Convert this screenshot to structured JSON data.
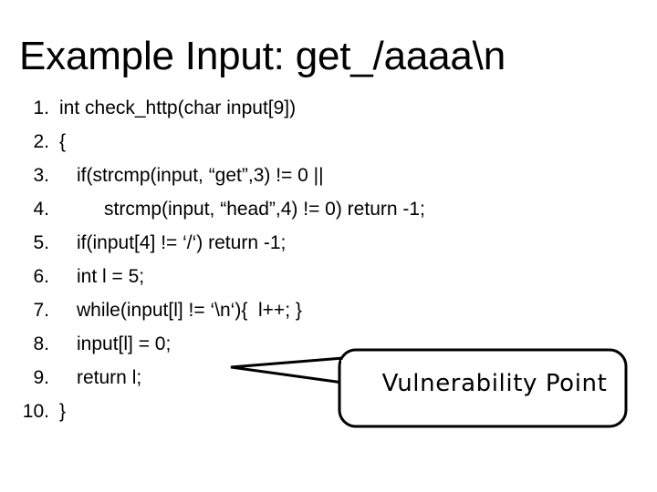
{
  "slide": {
    "title": "Example Input: get_/aaaa\\n",
    "background_color": "#ffffff",
    "text_color": "#000000"
  },
  "code_listing": {
    "lines": [
      {
        "number": "1.",
        "text": "int check_http(char input[9])",
        "indent": 0,
        "gap_before": false
      },
      {
        "number": "2.",
        "text": "{",
        "indent": 0,
        "gap_before": false
      },
      {
        "number": "3.",
        "text": "if(strcmp(input, “get”,3) != 0 ||",
        "indent": 1,
        "gap_before": false
      },
      {
        "number": "4.",
        "text": "strcmp(input, “head”,4) != 0) return -1;",
        "indent": 2,
        "gap_before": false
      },
      {
        "number": "5.",
        "text": "if(input[4] != ‘/‘) return -1;",
        "indent": 1,
        "gap_before": true
      },
      {
        "number": "6.",
        "text": "int l = 5;",
        "indent": 1,
        "gap_before": true
      },
      {
        "number": "7.",
        "text": "while(input[l] != ‘\\n‘){  l++; }",
        "indent": 1,
        "gap_before": false
      },
      {
        "number": "8.",
        "text": "input[l] = 0;",
        "indent": 1,
        "gap_before": false
      },
      {
        "number": "9.",
        "text": "return l;",
        "indent": 1,
        "gap_before": true
      },
      {
        "number": "10.",
        "text": "}",
        "indent": 0,
        "gap_before": false
      }
    ]
  },
  "callout": {
    "label": "Vulnerability Point",
    "stroke_color": "#000000",
    "fill_color": "#ffffff",
    "points_to_line": "8."
  }
}
